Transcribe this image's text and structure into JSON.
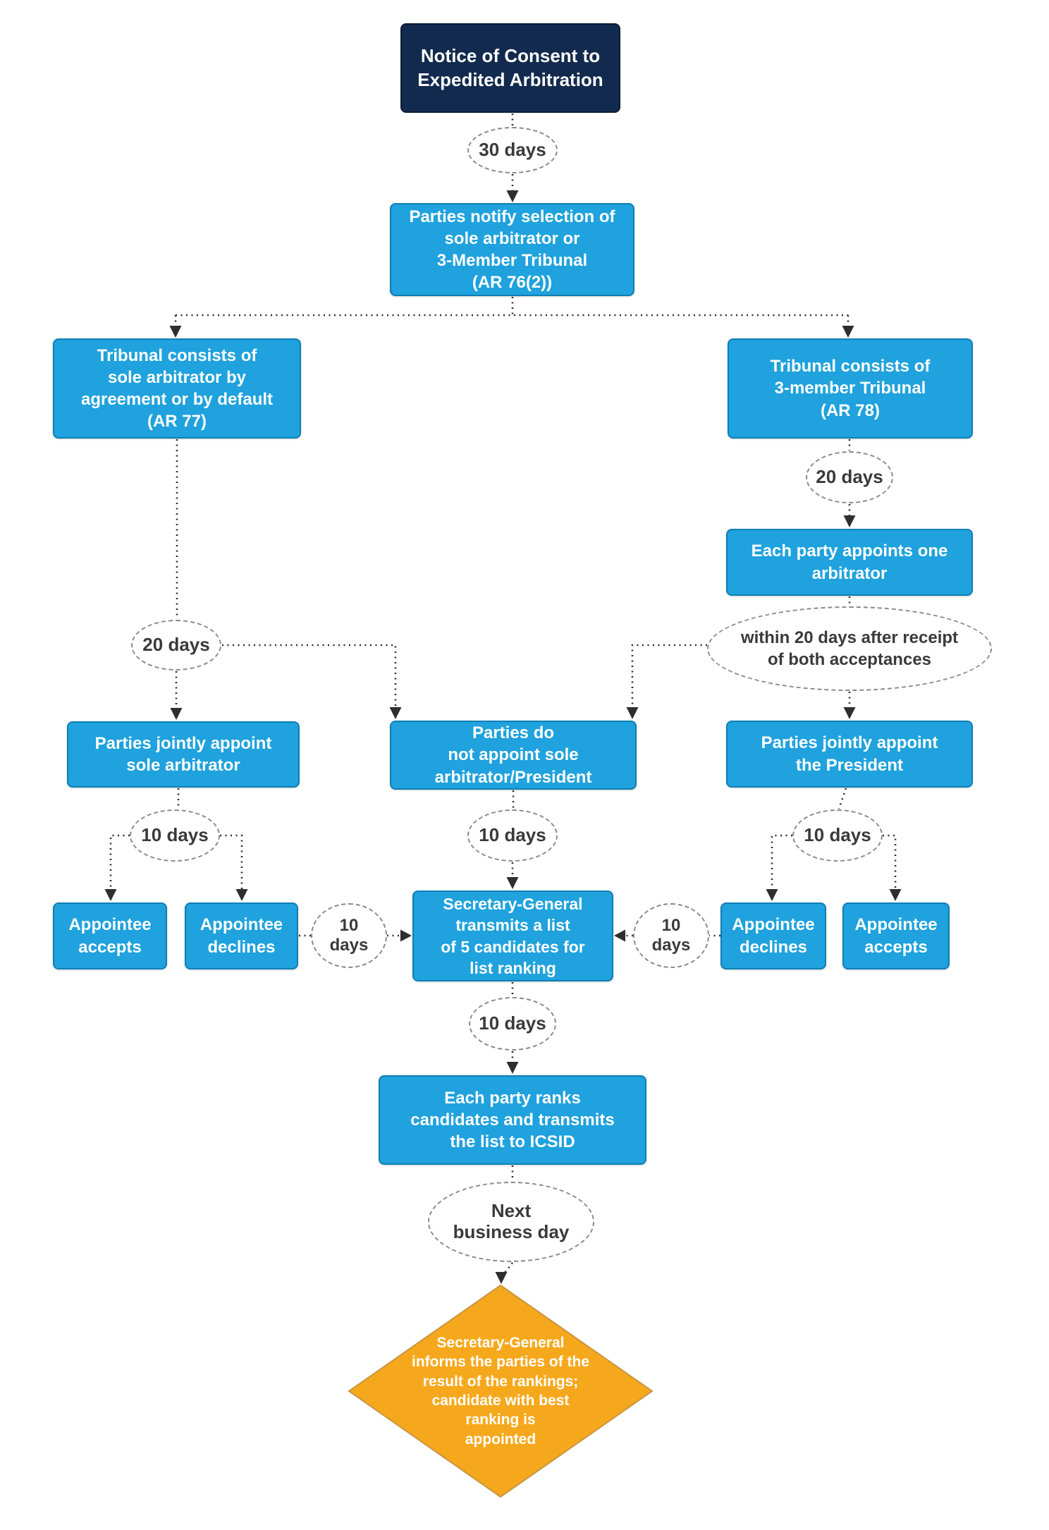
{
  "diagram": {
    "title": "ICSID Expedited Arbitration — Constitution of the Tribunal Flowchart",
    "colors": {
      "navy": "#122A4D",
      "blue": "#1FA2DD",
      "blue_border": "#0F7FB5",
      "orange": "#F6A81C",
      "orange_border": "#C79543",
      "connector": "#2E2E2E",
      "ellipse_border": "#8A8A8A",
      "ellipse_text": "#3A3A3A",
      "box_text": "#FFFFFF"
    },
    "nodes": {
      "notice": {
        "label": "Notice of Consent to\nExpedited Arbitration"
      },
      "days30": {
        "label": "30 days"
      },
      "notify": {
        "label": "Parties notify selection of\nsole arbitrator or\n3-Member Tribunal\n(AR 76(2))"
      },
      "sole_default": {
        "label": "Tribunal consists of\nsole arbitrator by\nagreement or by default\n(AR 77)"
      },
      "three_member": {
        "label": "Tribunal consists of\n3-member Tribunal\n(AR 78)"
      },
      "days20_right": {
        "label": "20 days"
      },
      "each_appoints": {
        "label": "Each party appoints one\narbitrator"
      },
      "days20_left": {
        "label": "20 days"
      },
      "within20": {
        "label": "within 20 days after receipt\nof both acceptances"
      },
      "joint_sole": {
        "label": "Parties jointly appoint\nsole arbitrator"
      },
      "no_appoint": {
        "label": "Parties do\nnot appoint sole\narbitrator/President"
      },
      "joint_president": {
        "label": "Parties jointly appoint\nthe President"
      },
      "days10_left": {
        "label": "10 days"
      },
      "days10_center": {
        "label": "10 days"
      },
      "days10_right": {
        "label": "10 days"
      },
      "accepts_left": {
        "label": "Appointee\naccepts"
      },
      "declines_left": {
        "label": "Appointee\ndeclines"
      },
      "days10_small_left": {
        "label": "10\ndays"
      },
      "sg_transmits": {
        "label": "Secretary-General\ntransmits a list\nof 5 candidates for\nlist ranking"
      },
      "days10_small_right": {
        "label": "10\ndays"
      },
      "declines_right": {
        "label": "Appointee\ndeclines"
      },
      "accepts_right": {
        "label": "Appointee\naccepts"
      },
      "days10_below": {
        "label": "10 days"
      },
      "ranks": {
        "label": "Each party ranks\ncandidates and transmits\nthe list to ICSID"
      },
      "next_day": {
        "label": "Next\nbusiness day"
      },
      "sg_informs": {
        "label": "Secretary-General\ninforms the parties of the\nresult of the rankings;\ncandidate with best\nranking is\nappointed"
      }
    }
  }
}
